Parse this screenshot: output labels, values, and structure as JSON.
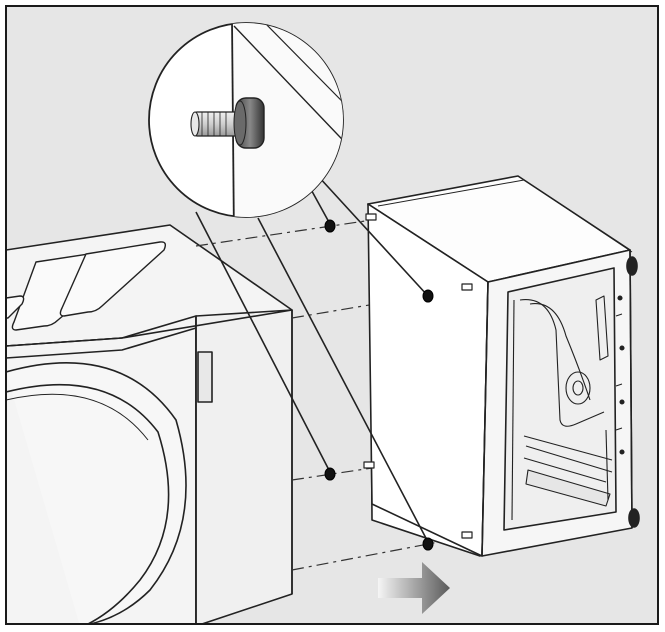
{
  "figure": {
    "subject": "installation-illustration",
    "background_color": "#e6e6e6",
    "frame_color": "#1a1a1a",
    "line_color": "#222222",
    "panel_fill": "#ffffff",
    "appliance_fill": "#f4f4f4",
    "detail_callout": {
      "content": "threaded-stud-with-rubber-washer"
    },
    "fasteners": {
      "count": 4,
      "color": "#111111"
    },
    "arrow": {
      "icon": "push-direction-arrow",
      "direction": "right",
      "color_from": "#f5f5f5",
      "color_to": "#5a5a5a"
    }
  }
}
